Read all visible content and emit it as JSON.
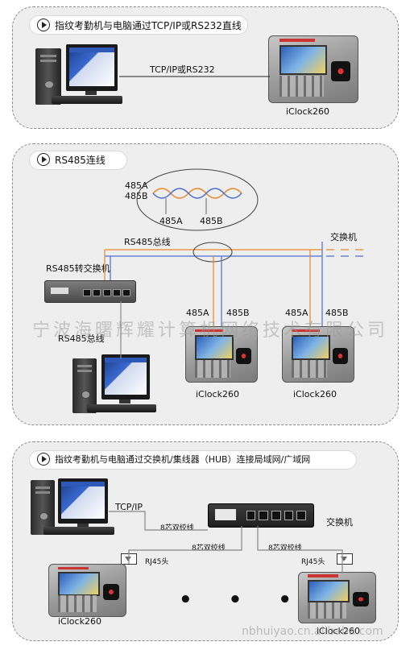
{
  "section1": {
    "title": "指纹考勤机与电脑通过TCP/IP或RS232直线",
    "link_label": "TCP/IP或RS232",
    "device_label": "iClock260"
  },
  "section2": {
    "title": "RS485连线",
    "wave_label_a": "485A",
    "wave_label_b": "485B",
    "wave_mid_a": "485A",
    "wave_mid_b": "485B",
    "bus_label": "RS485总线",
    "switch_label": "交换机",
    "converter_label": "RS485转交换机",
    "bus_label_lower": "RS485总线",
    "device1": {
      "a": "485A",
      "b": "485B",
      "name": "iClock260"
    },
    "device2": {
      "a": "485A",
      "b": "485B",
      "name": "iClock260"
    }
  },
  "section3": {
    "title": "指纹考勤机与电脑通过交换机/集线器（HUB）连接局域网/广域网",
    "tcpip": "TCP/IP",
    "cable1": "8芯双绞线",
    "cable2": "8芯双绞线",
    "cable3": "8芯双绞线",
    "switch_label": "交换机",
    "rj45_left": "RJ45头",
    "rj45_right": "RJ45头",
    "dots": "• • •",
    "device_left": "iClock260",
    "device_right": "iClock260"
  },
  "watermark": "宁波海曙辉耀计算机网络技术有限公司",
  "watermark_url": "nbhuiyao.cn.alibaba.com",
  "colors": {
    "orange": "#e8882a",
    "blue": "#4a6fd0",
    "gray": "#888888"
  }
}
